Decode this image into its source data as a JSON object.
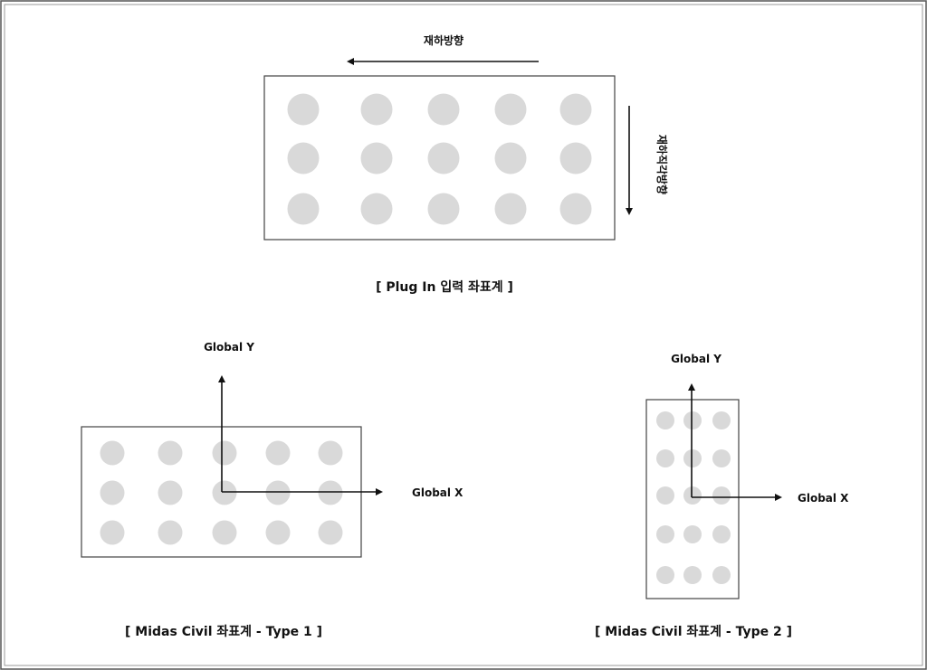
{
  "top": {
    "load_direction_label": "재하방향",
    "perpendicular_direction_label": "재하직각방향",
    "caption": "[ Plug In 입력 좌표계 ]",
    "rows": 3,
    "cols": 5
  },
  "type1": {
    "global_y_label": "Global Y",
    "global_x_label": "Global X",
    "caption": "[ Midas Civil 좌표계 - Type 1 ]",
    "rows": 3,
    "cols": 5
  },
  "type2": {
    "global_y_label": "Global Y",
    "global_x_label": "Global X",
    "caption": "[ Midas Civil 좌표계 - Type 2 ]",
    "rows": 5,
    "cols": 3
  },
  "colors": {
    "border": "#444444",
    "circle_fill": "#d9d9d9",
    "line": "#111111"
  }
}
